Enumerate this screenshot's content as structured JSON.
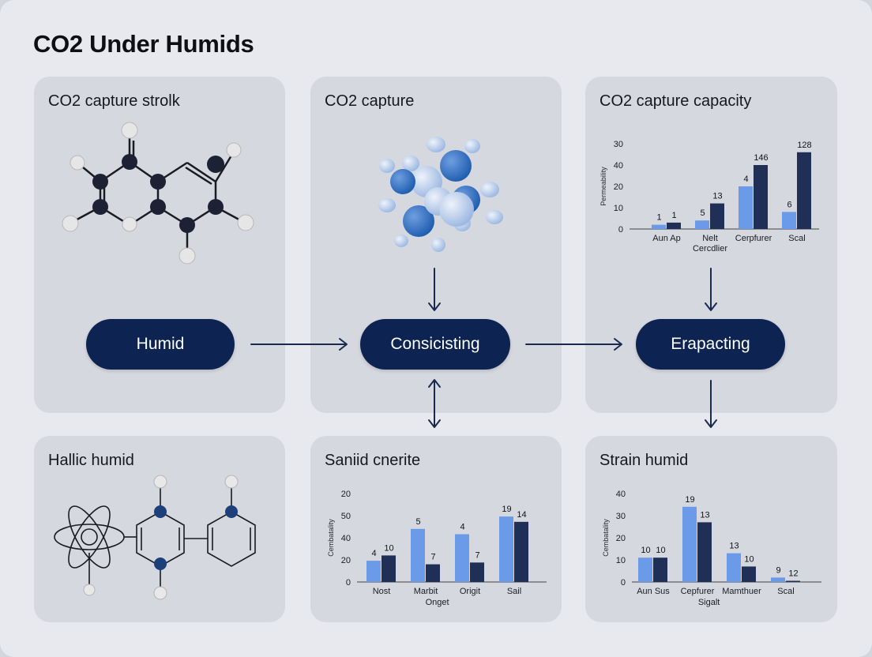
{
  "title": "CO2 Under Humids",
  "panels": {
    "p1": {
      "title": "CO2 capture strolk"
    },
    "p2": {
      "title": "CO2 capture"
    },
    "p3": {
      "title": "CO2 capture capacity"
    },
    "p4": {
      "title": "Hallic humid"
    },
    "p5": {
      "title": "Saniid cnerite"
    },
    "p6": {
      "title": "Strain humid"
    }
  },
  "pills": {
    "humid": "Humid",
    "consicisting": "Consicisting",
    "erapacting": "Erapacting"
  },
  "colors": {
    "light_bar": "#6a9ae8",
    "dark_bar": "#1f2f55",
    "pill": "#0d2452",
    "arrow": "#1a2a4f"
  },
  "chart_data": [
    {
      "id": "chart1",
      "type": "bar",
      "ylabel": "Permeability",
      "yticks": [
        "0",
        "10",
        "20",
        "40",
        "30"
      ],
      "ylim": [
        0,
        40
      ],
      "categories": [
        "Aun Ap",
        "Nelt\nCercdlier",
        "Cerpfurer",
        "Scal"
      ],
      "series": [
        {
          "values": [
            2,
            4,
            20,
            8
          ],
          "labels": [
            "1",
            "5",
            "4",
            "6"
          ]
        },
        {
          "values": [
            3,
            12,
            30,
            36
          ],
          "labels": [
            "1",
            "13",
            "146",
            "128"
          ]
        }
      ]
    },
    {
      "id": "chart2",
      "type": "bar",
      "ylabel": "Cembatality",
      "yticks": [
        "0",
        "20",
        "40",
        "50",
        "20"
      ],
      "ylim": [
        0,
        50
      ],
      "xlabel": "Onget",
      "categories": [
        "Nost",
        "Marbit",
        "Origit",
        "Sail"
      ],
      "series": [
        {
          "values": [
            12,
            30,
            27,
            37
          ],
          "labels": [
            "4",
            "5",
            "4",
            "19"
          ]
        },
        {
          "values": [
            15,
            10,
            11,
            34
          ],
          "labels": [
            "10",
            "7",
            "7",
            "14"
          ]
        }
      ]
    },
    {
      "id": "chart3",
      "type": "bar",
      "ylabel": "Cembatality",
      "yticks": [
        "0",
        "10",
        "20",
        "30",
        "40"
      ],
      "ylim": [
        0,
        40
      ],
      "xlabel": "Sigalt",
      "categories": [
        "Aun Sus",
        "Cepfurer",
        "Mamthuer",
        "Scal"
      ],
      "series": [
        {
          "values": [
            11,
            34,
            13,
            2
          ],
          "labels": [
            "10",
            "19",
            "13",
            "9"
          ]
        },
        {
          "values": [
            11,
            27,
            7,
            0.5
          ],
          "labels": [
            "10",
            "13",
            "10",
            "12"
          ]
        }
      ]
    }
  ]
}
